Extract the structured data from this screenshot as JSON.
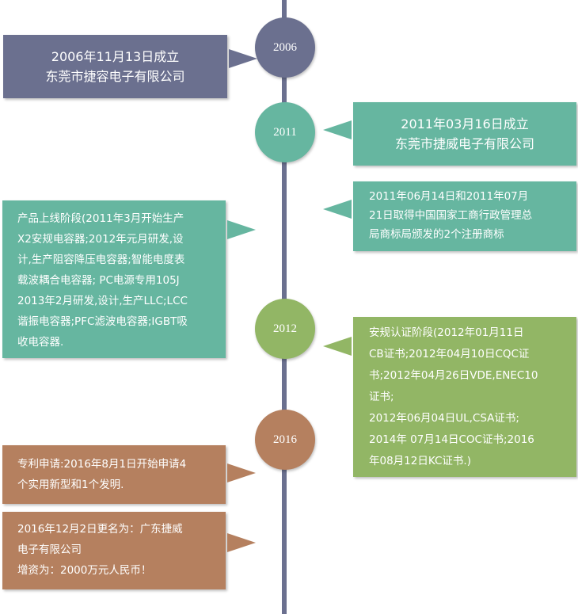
{
  "colors": {
    "axis": "#6b708f",
    "slate": "#6b708f",
    "teal": "#66b6a0",
    "green": "#92b665",
    "brown": "#b5805f"
  },
  "milestones": [
    {
      "year": "2006"
    },
    {
      "year": "2011"
    },
    {
      "year": "2012"
    },
    {
      "year": "2016"
    }
  ],
  "events": [
    {
      "lines": [
        "2006年11月13日成立",
        "东莞市捷容电子有限公司"
      ]
    },
    {
      "lines": [
        "2011年03月16日成立",
        "东莞市捷威电子有限公司"
      ]
    },
    {
      "lines": [
        "2011年06月14日和2011年07月",
        "21日取得中国国家工商行政管理总",
        "局商标局颁发的2个注册商标"
      ]
    },
    {
      "lines": [
        "产品上线阶段(2011年3月开始生产",
        "X2安规电容器;2012年元月研发,设",
        "计,生产阻容降压电容器;智能电度表",
        "载波耦合电容器;  PC电源专用105J",
        "2013年2月研发,设计,生产LLC;LCC",
        "谐振电容器;PFC滤波电容器;IGBT吸",
        "收电容器."
      ]
    },
    {
      "lines": [
        " 安规认证阶段(2012年01月11日",
        "CB证书;2012年04月10日CQC证",
        "书;2012年04月26日VDE,ENEC10",
        "证书;",
        "2012年06月04日UL,CSA证书;",
        "2014年 07月14日COC证书;2016",
        "年08月12日KC证书.)"
      ]
    },
    {
      "lines": [
        "专利申请:2016年8月1日开始申请4",
        "个实用新型和1个发明."
      ]
    },
    {
      "lines": [
        "2016年12月2日更名为：广东捷威",
        "电子有限公司",
        "增资为：2000万元人民币！"
      ]
    }
  ]
}
